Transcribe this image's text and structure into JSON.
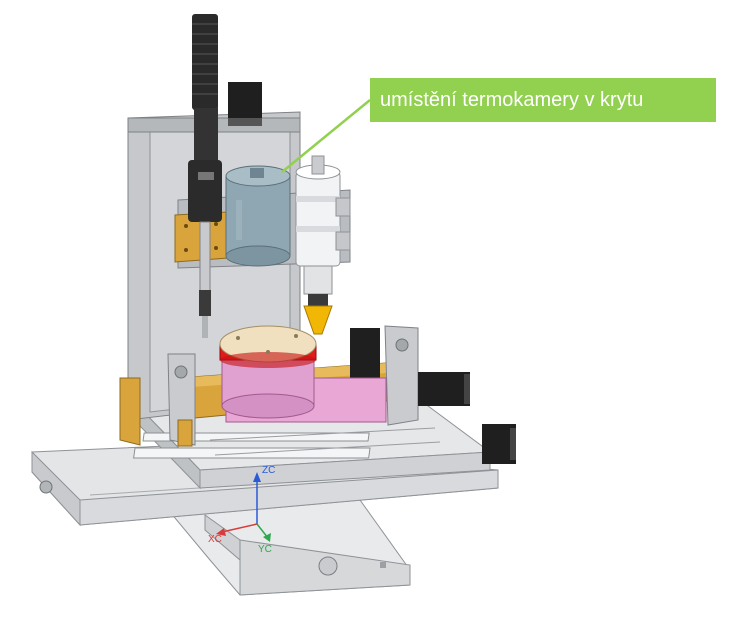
{
  "callout": {
    "text": "umístění termokamery v krytu",
    "color": "#92d050"
  },
  "axes": {
    "zc": "ZC",
    "xc": "XC",
    "yc": "YC",
    "zc_color": "#2a5bd7",
    "xc_color": "#d93a3a",
    "yc_color": "#2fa84f"
  },
  "colors": {
    "frame": "#b9bcc0",
    "frame_dark": "#8f9296",
    "brass": "#d9a43b",
    "camera_housing": "#8fa7b3",
    "pink_base": "#e9a7d6",
    "red_band": "#e11b1b",
    "cream_top": "#f0e0bf",
    "motor_black": "#1f1f1f",
    "cone": "#f2b705"
  }
}
